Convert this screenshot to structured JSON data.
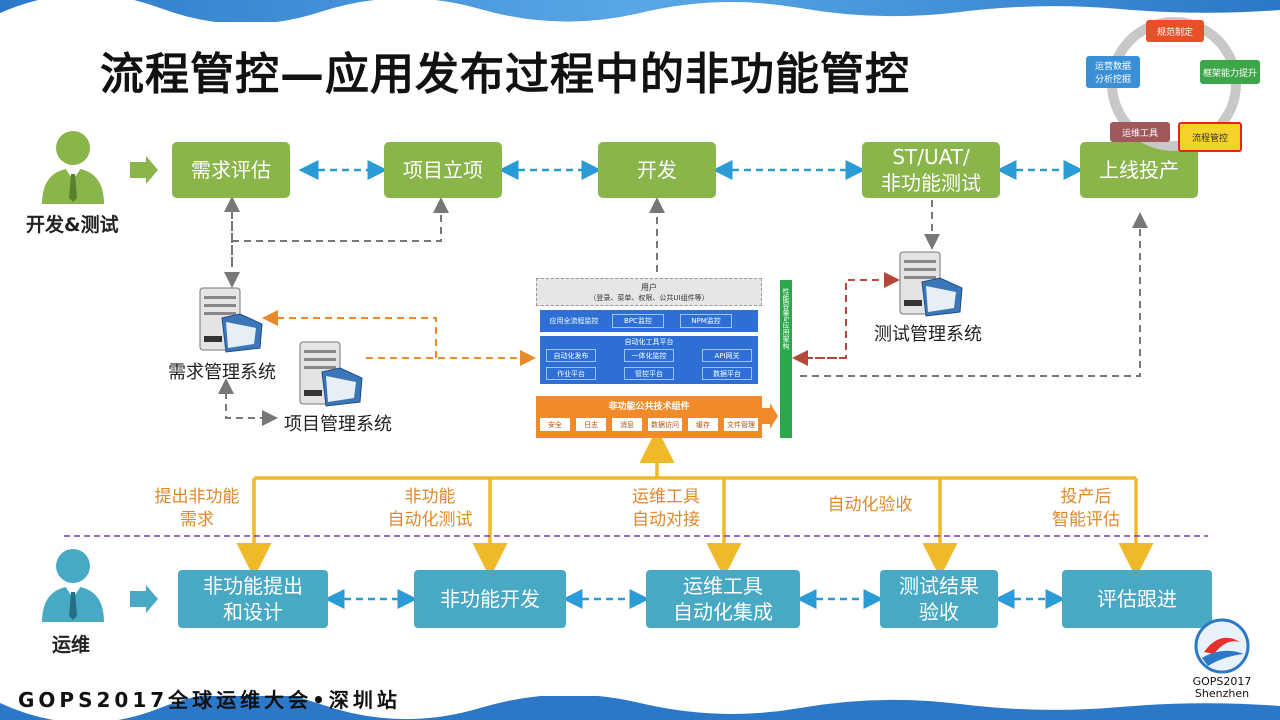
{
  "title": "流程管控—应用发布过程中的非功能管控",
  "dev_role": "开发&测试",
  "ops_role": "运维",
  "dev_flow": [
    "需求评估",
    "项目立项",
    "开发",
    "ST/UAT/\n非功能测试",
    "上线投产"
  ],
  "ops_flow": [
    "非功能提出\n和设计",
    "非功能开发",
    "运维工具\n自动化集成",
    "测试结果\n验收",
    "评估跟进"
  ],
  "systems": {
    "req": "需求管理系统",
    "proj": "项目管理系统",
    "test": "测试管理系统"
  },
  "arch": {
    "user_title": "用户",
    "user_sub": "（登录、菜单、权限、公共UI组件等）",
    "monitor_row": [
      "应用全流程监控",
      "BPC监控",
      "NPM监控"
    ],
    "auto_title": "自动化工具平台",
    "auto_row1": [
      "自动化发布",
      "一体化监控",
      "API网关"
    ],
    "auto_row2": [
      "作业平台",
      "管控平台",
      "数据平台"
    ],
    "nf_title": "非功能公共技术组件",
    "nf_items": [
      "安全",
      "日志",
      "消息",
      "数据访问",
      "缓存",
      "文件管理"
    ],
    "side": "性能容量&应用架构"
  },
  "orange_labels": [
    "提出非功能\n需求",
    "非功能\n自动化测试",
    "运维工具\n自动对接",
    "自动化验收",
    "投产后\n智能评估"
  ],
  "cycle": {
    "items": [
      "规范制定",
      "框架能力提升",
      "流程管控",
      "运维工具",
      "运营数据\n分析挖掘"
    ],
    "colors": [
      "#e8502a",
      "#3ea64a",
      "#f7d22a",
      "#a0585a",
      "#3a8fd6"
    ]
  },
  "footer": "GOPS2017全球运维大会•深圳站",
  "logo_text": "GOPS2017\nShenzhen",
  "colors": {
    "green": "#8ab54a",
    "teal": "#48a9c5",
    "orange_line": "#f0b92a",
    "dashed_blue": "#2b9bd6",
    "dashed_gray": "#777777",
    "dashed_orange": "#e8892a",
    "dashed_red": "#b5483a"
  }
}
